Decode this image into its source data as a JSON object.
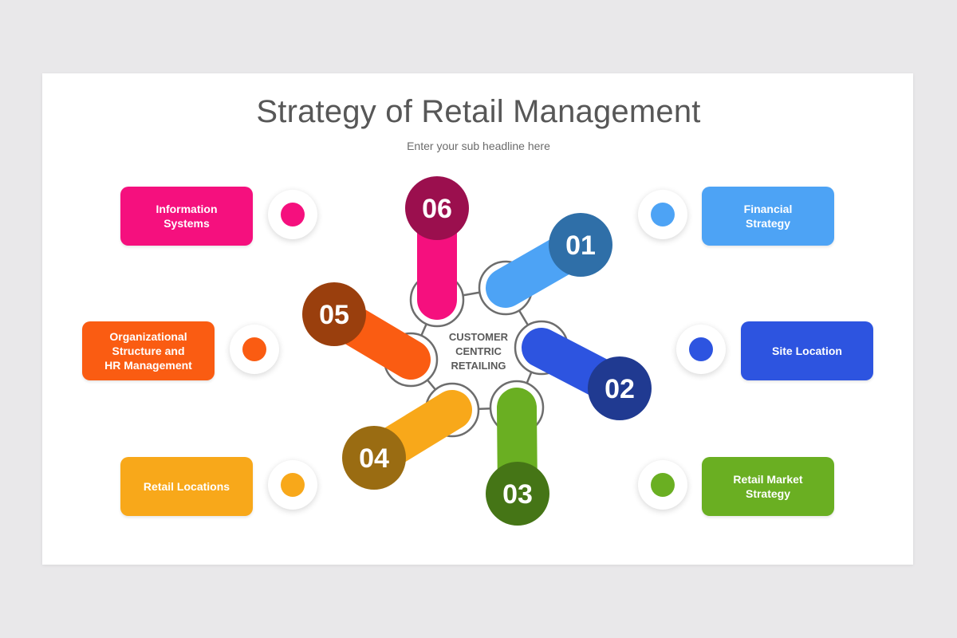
{
  "title": "Strategy of Retail Management",
  "subtitle": "Enter your sub headline here",
  "center": {
    "lines": [
      "CUSTOMER",
      "CENTRIC",
      "RETAILING"
    ]
  },
  "items": [
    {
      "number": "01",
      "label": "Financial\nStrategy",
      "color": "#4da3f5",
      "dark": "#2f6fa8"
    },
    {
      "number": "02",
      "label": "Site Location",
      "color": "#2d54e0",
      "dark": "#203a91"
    },
    {
      "number": "03",
      "label": "Retail Market\nStrategy",
      "color": "#6aaf22",
      "dark": "#457516"
    },
    {
      "number": "04",
      "label": "Retail Locations",
      "color": "#f8a81a",
      "dark": "#9a6c12"
    },
    {
      "number": "05",
      "label": "Organizational\nStructure and\nHR Management",
      "color": "#fa5c12",
      "dark": "#9a3f0d"
    },
    {
      "number": "06",
      "label": "Information\nSystems",
      "color": "#f5107e",
      "dark": "#9b0f4e"
    }
  ]
}
